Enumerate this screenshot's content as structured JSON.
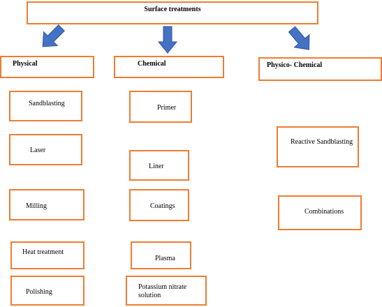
{
  "title": "Surface treatments",
  "categories": [
    {
      "key": "physical",
      "label": "Physical",
      "items": [
        "Sandblasting",
        "Laser",
        "Milling",
        "Heat treatment",
        "Polishing"
      ]
    },
    {
      "key": "chemical",
      "label": "Chemical",
      "items": [
        "Primer",
        "Liner",
        "Coatings",
        "Plasma",
        "Potassium nitrate solution"
      ]
    },
    {
      "key": "physico-chemical",
      "label": "Physico- Chemical",
      "items": [
        "Reactive Sandblasting",
        "Combinations"
      ]
    }
  ],
  "colors": {
    "box_border": "#ED7D31",
    "arrow_fill": "#4472C4",
    "arrow_stroke": "#2F5597"
  }
}
